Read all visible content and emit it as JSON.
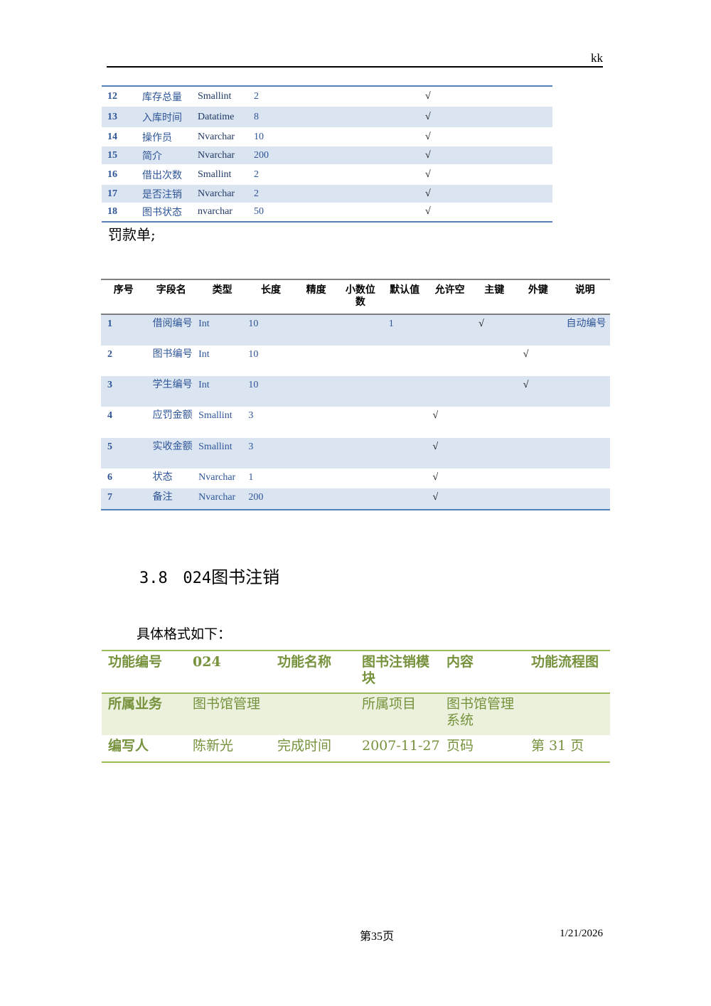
{
  "header": {
    "text": "kk"
  },
  "table1": {
    "rows": [
      {
        "no": "12",
        "name": "库存总量",
        "type": "Smallint",
        "len": "2",
        "check": "√"
      },
      {
        "no": "13",
        "name": "入库时间",
        "type": "Datatime",
        "len": "8",
        "check": "√"
      },
      {
        "no": "14",
        "name": "操作员",
        "type": "Nvarchar",
        "len": "10",
        "check": "√"
      },
      {
        "no": "15",
        "name": "简介",
        "type": "Nvarchar",
        "len": "200",
        "check": "√"
      },
      {
        "no": "16",
        "name": "借出次数",
        "type": "Smallint",
        "len": "2",
        "check": "√"
      },
      {
        "no": "17",
        "name": "是否注销",
        "type": "Nvarchar",
        "len": "2",
        "check": "√"
      },
      {
        "no": "18",
        "name": "图书状态",
        "type": "nvarchar",
        "len": "50",
        "check": "√"
      }
    ]
  },
  "penalty_title": "罚款单;",
  "table2": {
    "headers": [
      "序号",
      "字段名",
      "类型",
      "长度",
      "精度",
      "小数位数",
      "默认值",
      "允许空",
      "主键",
      "外键",
      "说明"
    ],
    "rows": [
      {
        "no": "1",
        "name": "借阅编号",
        "type": "Int",
        "len": "10",
        "prec": "",
        "dec": "",
        "def": "1",
        "null": "",
        "pk": "√",
        "fk": "",
        "desc": "自动编号"
      },
      {
        "no": "2",
        "name": "图书编号",
        "type": "Int",
        "len": "10",
        "prec": "",
        "dec": "",
        "def": "",
        "null": "",
        "pk": "",
        "fk": "√",
        "desc": ""
      },
      {
        "no": "3",
        "name": "学生编号",
        "type": "Int",
        "len": "10",
        "prec": "",
        "dec": "",
        "def": "",
        "null": "",
        "pk": "",
        "fk": "√",
        "desc": ""
      },
      {
        "no": "4",
        "name": "应罚金额",
        "type": "Smallint",
        "len": "3",
        "prec": "",
        "dec": "",
        "def": "",
        "null": "√",
        "pk": "",
        "fk": "",
        "desc": ""
      },
      {
        "no": "5",
        "name": "实收金额",
        "type": "Smallint",
        "len": "3",
        "prec": "",
        "dec": "",
        "def": "",
        "null": "√",
        "pk": "",
        "fk": "",
        "desc": ""
      },
      {
        "no": "6",
        "name": "状态",
        "type": "Nvarchar",
        "len": "1",
        "prec": "",
        "dec": "",
        "def": "",
        "null": "√",
        "pk": "",
        "fk": "",
        "desc": ""
      },
      {
        "no": "7",
        "name": "备注",
        "type": "Nvarchar",
        "len": "200",
        "prec": "",
        "dec": "",
        "def": "",
        "null": "√",
        "pk": "",
        "fk": "",
        "desc": ""
      }
    ]
  },
  "section": {
    "number": "3.8",
    "code": "024",
    "title": "图书注销"
  },
  "intro": "具体格式如下：",
  "table3": {
    "row1": [
      "功能编号",
      "024",
      "功能名称",
      "图书注销模块",
      "内容",
      "功能流程图"
    ],
    "row2": [
      "所属业务",
      "图书馆管理",
      "",
      "所属项目",
      "图书馆管理系统",
      ""
    ],
    "row3": [
      "编写人",
      "陈新光",
      "完成时间",
      "2007-11-27",
      "页码",
      "第 31 页"
    ]
  },
  "footer": {
    "page": "第35页",
    "date": "1/21/2026"
  }
}
